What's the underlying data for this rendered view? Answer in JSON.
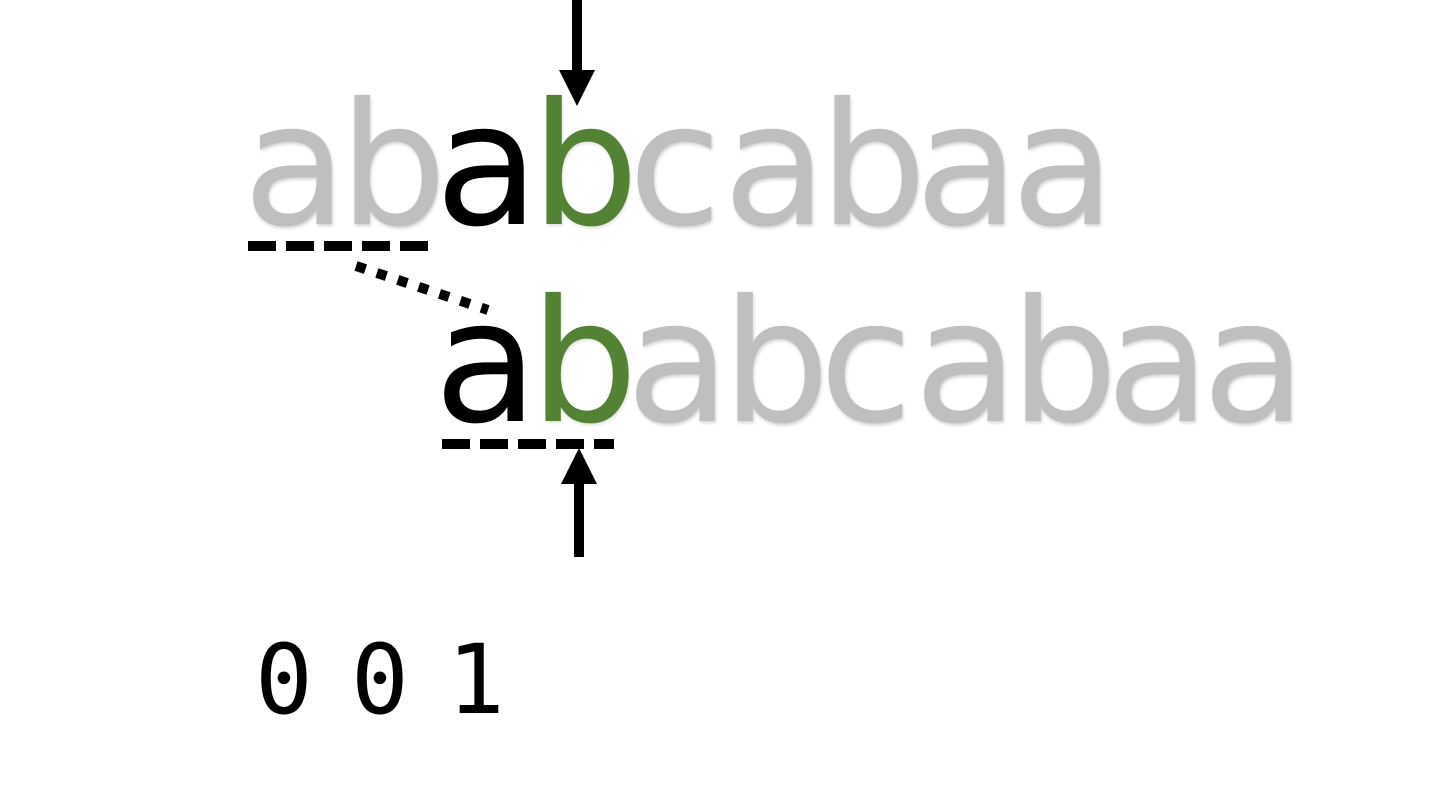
{
  "text_row": {
    "chars": [
      "a",
      "b",
      "a",
      "b",
      "c",
      "a",
      "b",
      "a",
      "a"
    ]
  },
  "pattern_row": {
    "chars": [
      "a",
      "b",
      "a",
      "b",
      "c",
      "a",
      "b",
      "a",
      "a"
    ]
  },
  "prefix_values": [
    "0",
    "0",
    "1"
  ],
  "colors": {
    "inactive": "#bfbfbf",
    "active": "#000000",
    "match": "#548235"
  }
}
